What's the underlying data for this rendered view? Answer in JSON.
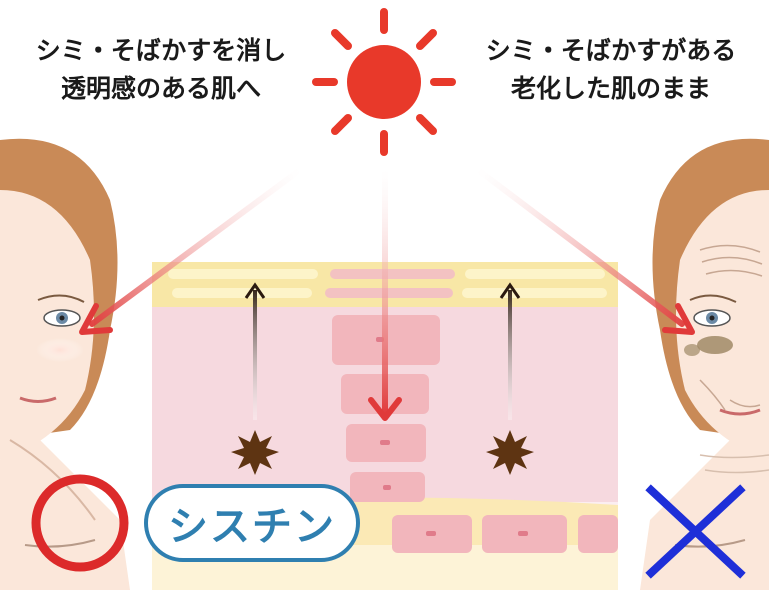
{
  "left_caption": {
    "line1": "シミ・そばかすを消し",
    "line2": "透明感のある肌へ"
  },
  "right_caption": {
    "line1": "シミ・そばかすがある",
    "line2": "老化した肌のまま"
  },
  "badge": {
    "label": "シスチン"
  },
  "colors": {
    "sun": "#e8392a",
    "arrow": "#e03a3a",
    "badge": "#2f7fb0",
    "circle": "#dc2a2a",
    "cross": "#1e2fd8",
    "melanin": "#6b3f1c"
  },
  "icons": [
    "sun-icon",
    "circle-mark-icon",
    "cross-mark-icon",
    "melanin-icon"
  ]
}
